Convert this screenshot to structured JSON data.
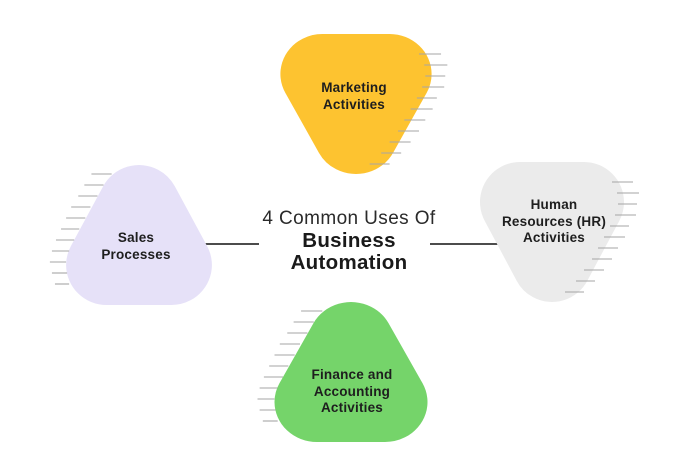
{
  "title": {
    "line1": "4 Common Uses Of",
    "line2": "Business",
    "line3": "Automation"
  },
  "nodes": {
    "marketing": {
      "lines": [
        "Marketing",
        "Activities"
      ]
    },
    "hr": {
      "lines": [
        "Human",
        "Resources (HR)",
        "Activities"
      ]
    },
    "finance": {
      "lines": [
        "Finance and",
        "Accounting",
        "Activities"
      ]
    },
    "sales": {
      "lines": [
        "Sales",
        "Processes"
      ]
    }
  },
  "colors": {
    "marketing": "#FDC330",
    "hr": "#EBEBEB",
    "finance": "#75D46A",
    "sales": "#E6E1F8",
    "hatch": "#A6A6A6",
    "connector": "#111111",
    "text": "#1E1E1E"
  }
}
